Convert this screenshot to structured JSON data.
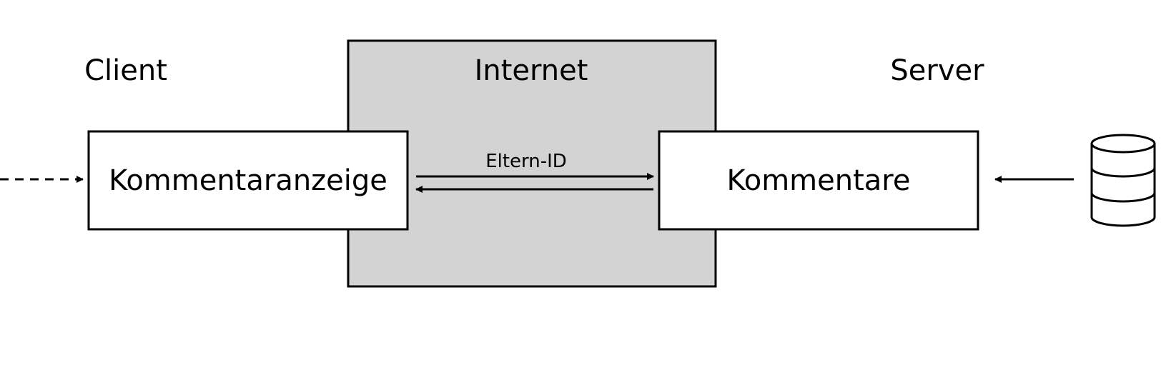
{
  "sections": {
    "client": "Client",
    "internet": "Internet",
    "server": "Server"
  },
  "boxes": {
    "client_component": "Kommentaranzeige",
    "server_component": "Kommentare"
  },
  "edges": {
    "request_label": "Eltern-ID"
  },
  "colors": {
    "internet_fill": "#d3d3d3",
    "stroke": "#000000",
    "box_fill": "#ffffff"
  },
  "icons": {
    "database": "database-icon"
  }
}
